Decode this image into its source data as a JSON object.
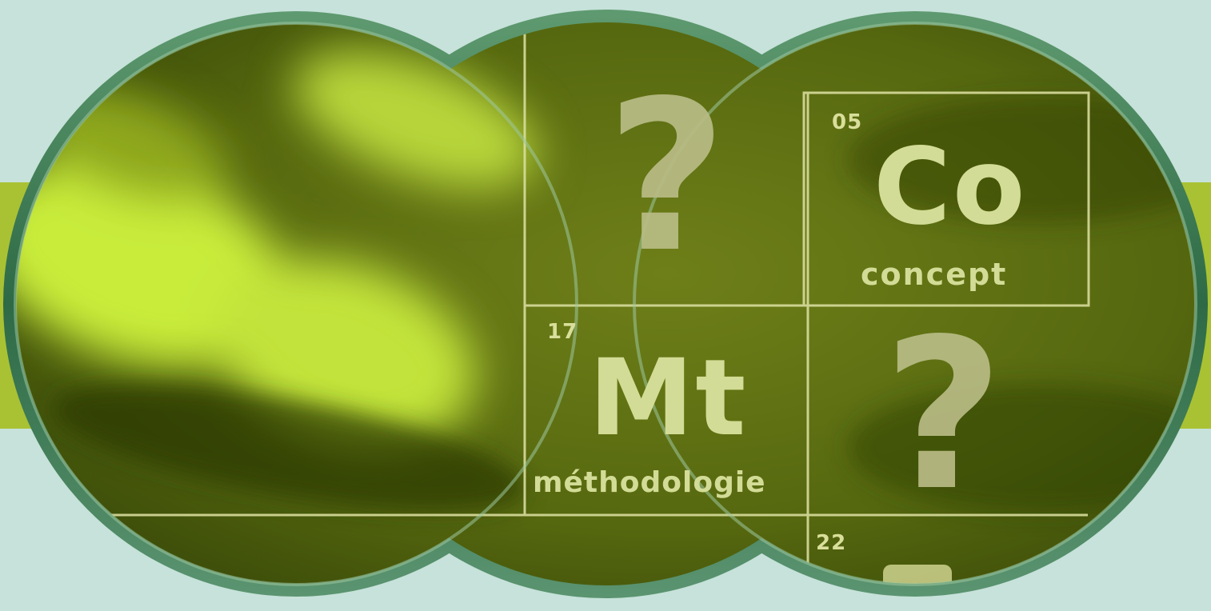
{
  "cells": {
    "concept": {
      "number": "05",
      "symbol": "Co",
      "name": "concept"
    },
    "methodologie": {
      "number": "17",
      "symbol": "Mt",
      "name": "méthodologie"
    },
    "bottom": {
      "number": "22"
    },
    "unknown_top": {
      "glyph": "?"
    },
    "unknown_bottom": {
      "glyph": "?"
    }
  },
  "colors": {
    "background": "#c6e2da",
    "side_band": "#a9c234",
    "frame": "#3f7a55",
    "lens_fill": "#5a6b12",
    "highlight": "#c4e53a",
    "grid_line": "#d8dc9c",
    "text": "#d3dc96"
  },
  "icons": [
    "question-mark-icon"
  ]
}
